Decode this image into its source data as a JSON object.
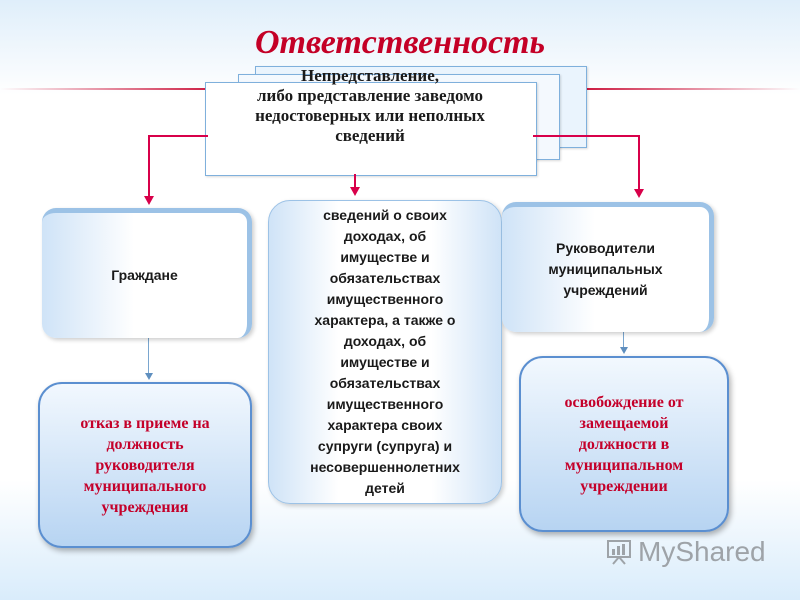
{
  "title": "Ответственность",
  "top_box": {
    "line1": "Непредставление,",
    "line2": "либо представление заведомо",
    "line3": "недостоверных или неполных",
    "line4": "сведений"
  },
  "left_box": {
    "text": "Граждане"
  },
  "center_box": {
    "lines": [
      "сведений о своих",
      "доходах, об",
      "имуществе и",
      "обязательствах",
      "имущественного",
      "характера, а также о",
      "доходах, об",
      "имуществе и",
      "обязательствах",
      "имущественного",
      "характера своих",
      "супруги (супруга) и",
      "несовершеннолетних",
      "детей"
    ]
  },
  "right_box": {
    "lines": [
      "Руководители",
      "муниципальных",
      "учреждений"
    ]
  },
  "bottom_left": {
    "lines": [
      "отказ в приеме на",
      "должность",
      "руководителя",
      "муниципального",
      "учреждения"
    ]
  },
  "bottom_right": {
    "lines": [
      "освобождение от",
      "замещаемой",
      "должности в",
      "муниципальном",
      "учреждении"
    ]
  },
  "watermark": {
    "text": "MyShared",
    "icon": "myshared-logo-icon"
  },
  "colors": {
    "title": "#c40026",
    "connector": "#d8004a",
    "box_border": "#5b8fd0"
  }
}
